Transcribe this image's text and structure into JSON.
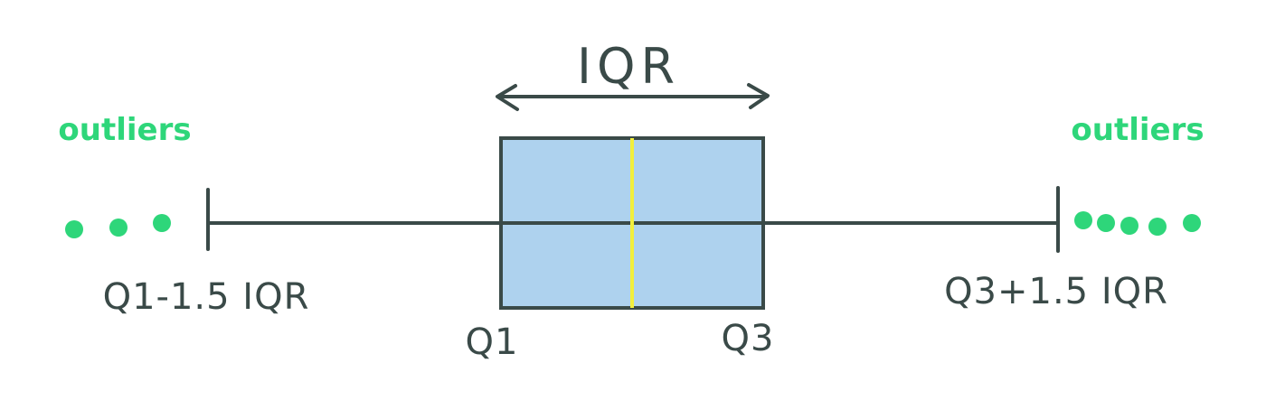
{
  "labels": {
    "iqr": "IQR",
    "outliers_left": "outliers",
    "outliers_right": "outliers",
    "lower_fence": "Q1-1.5 IQR",
    "upper_fence": "Q3+1.5 IQR",
    "q1": "Q1",
    "q3": "Q3"
  },
  "colors": {
    "ink": "#3a4a48",
    "box_fill": "#aed2ee",
    "median": "#f2ef3c",
    "outlier": "#2ed67a",
    "background": "#ffffff"
  },
  "outliers": {
    "left_count": 3,
    "right_count": 5
  }
}
